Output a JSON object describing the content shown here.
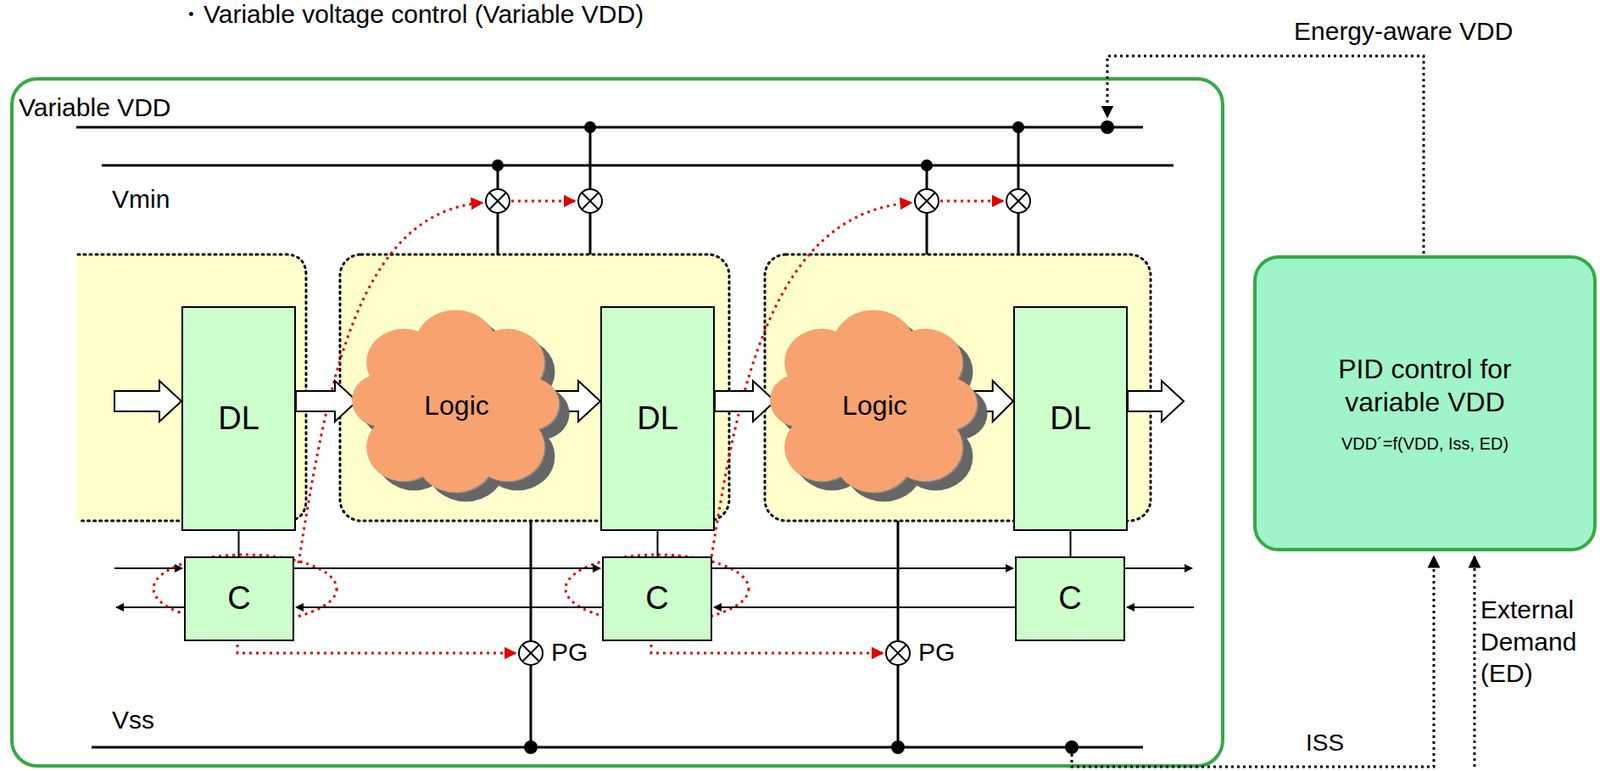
{
  "diagram": {
    "nodes": [
      {
        "text": [
          "DL"
        ]
      },
      {
        "text": [
          "Logic"
        ]
      },
      {
        "text": [
          "DL"
        ]
      },
      {
        "text": [
          "Logic"
        ]
      },
      {
        "text": [
          "DL"
        ]
      },
      {
        "text": [
          "C"
        ]
      },
      {
        "text": [
          "C"
        ]
      },
      {
        "text": [
          "C"
        ]
      },
      {
        "text": [
          "PID control for variable VDD",
          "VDD´=f(VDD, Iss, ED)"
        ]
      }
    ],
    "edges": [
      {
        "from": 0,
        "to": 1,
        "arrow": "to"
      },
      {
        "from": 1,
        "to": 2,
        "arrow": "to"
      },
      {
        "from": 2,
        "to": 3,
        "arrow": "to"
      },
      {
        "from": 3,
        "to": 4,
        "arrow": "to"
      },
      {
        "from": 0,
        "to": 5,
        "arrow": "none"
      },
      {
        "from": 2,
        "to": 6,
        "arrow": "none"
      },
      {
        "from": 4,
        "to": 7,
        "arrow": "none"
      },
      {
        "from": 5,
        "to": 6,
        "arrow": "to"
      },
      {
        "from": 6,
        "to": 5,
        "arrow": "to"
      },
      {
        "from": 6,
        "to": 7,
        "arrow": "to"
      },
      {
        "from": 7,
        "to": 6,
        "arrow": "to"
      }
    ],
    "labels": [
      "・Variable voltage control (Variable VDD)",
      "Energy-aware VDD",
      "Variable VDD",
      "Vmin",
      "PG",
      "PG",
      "Vss",
      "ISS",
      "External Demand (ED)"
    ]
  }
}
